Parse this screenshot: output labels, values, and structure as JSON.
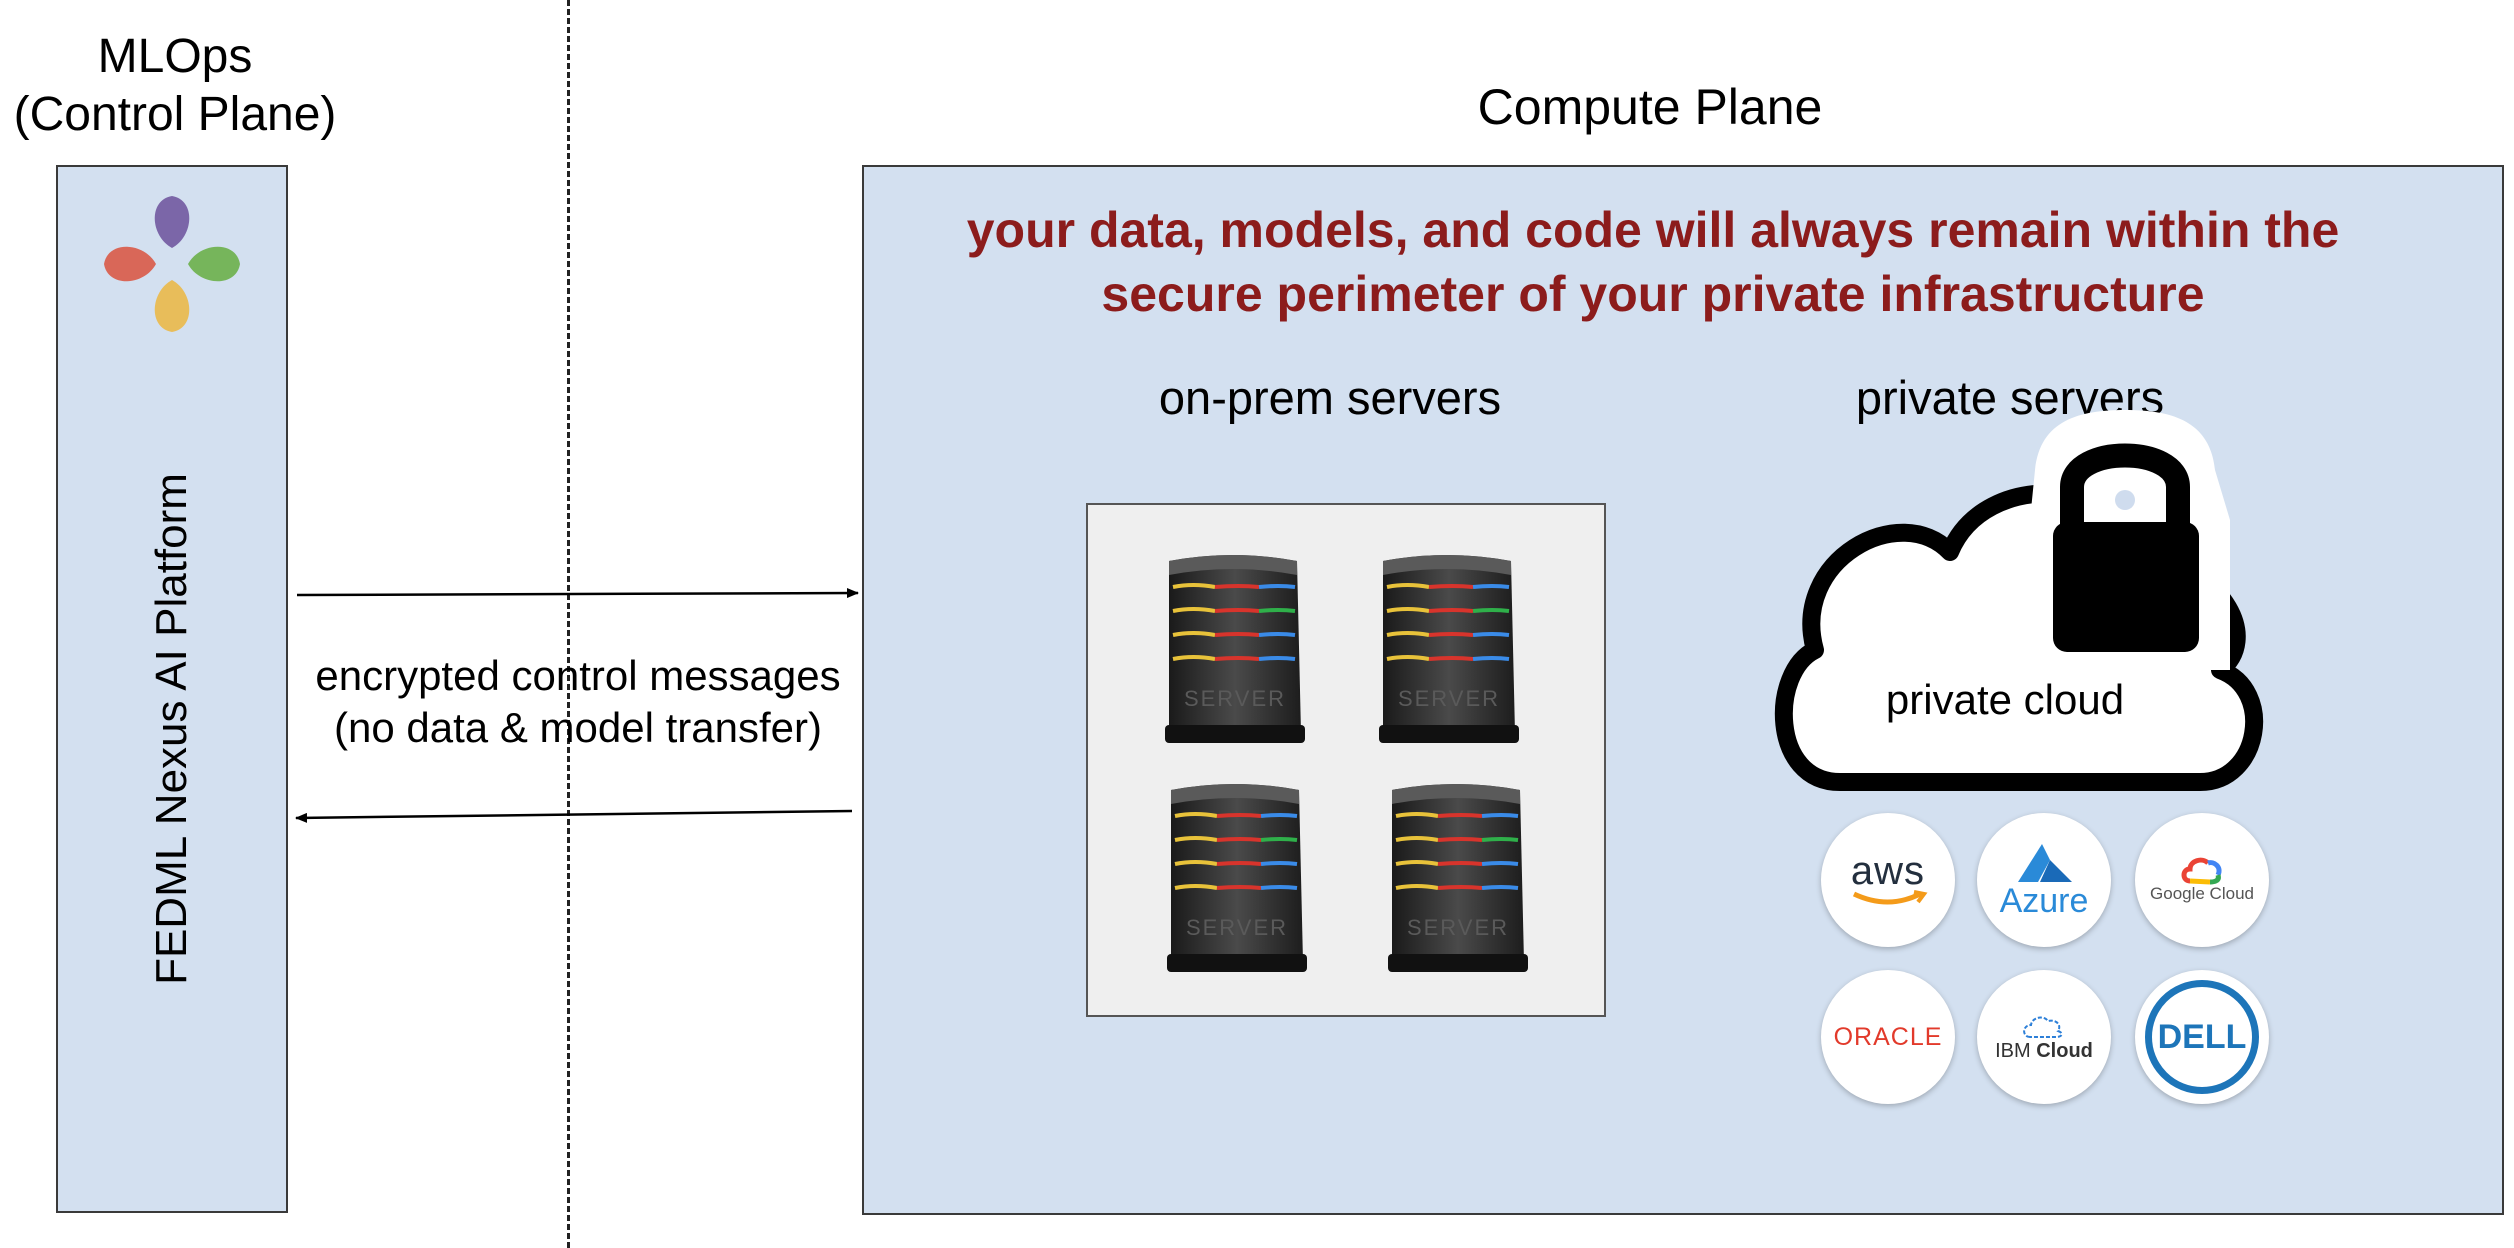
{
  "left_panel": {
    "title_line1": "MLOps",
    "title_line2": "(Control Plane)",
    "vertical_label": "FEDML Nexus AI Platform"
  },
  "compute_plane": {
    "title": "Compute Plane",
    "headline_line1": "your data, models, and code will always remain within the",
    "headline_line2": "secure perimeter of your private infrastructure",
    "onprem_label": "on-prem servers",
    "private_label": "private servers",
    "cloud_label": "private cloud",
    "server_text": "SERVER"
  },
  "connection": {
    "line1": "encrypted control messages",
    "line2": "(no data & model transfer)"
  },
  "logos": {
    "aws": "aws",
    "azure": "Azure",
    "google_cloud": "Google Cloud",
    "oracle": "ORACLE",
    "ibm_prefix": "IBM",
    "ibm_suffix": "Cloud",
    "dell": "DELL"
  },
  "colors": {
    "panel_fill": "#d3e0f0",
    "headline": "#8c1c1c",
    "petal_purple": "#7b66a8",
    "petal_red": "#d96758",
    "petal_green": "#76b55b",
    "petal_yellow": "#e8bd5a"
  },
  "icons": {
    "fedml_logo": "four-petal-logo-icon",
    "server": "server-tower-icon",
    "cloud": "cloud-icon",
    "lock": "padlock-icon"
  }
}
